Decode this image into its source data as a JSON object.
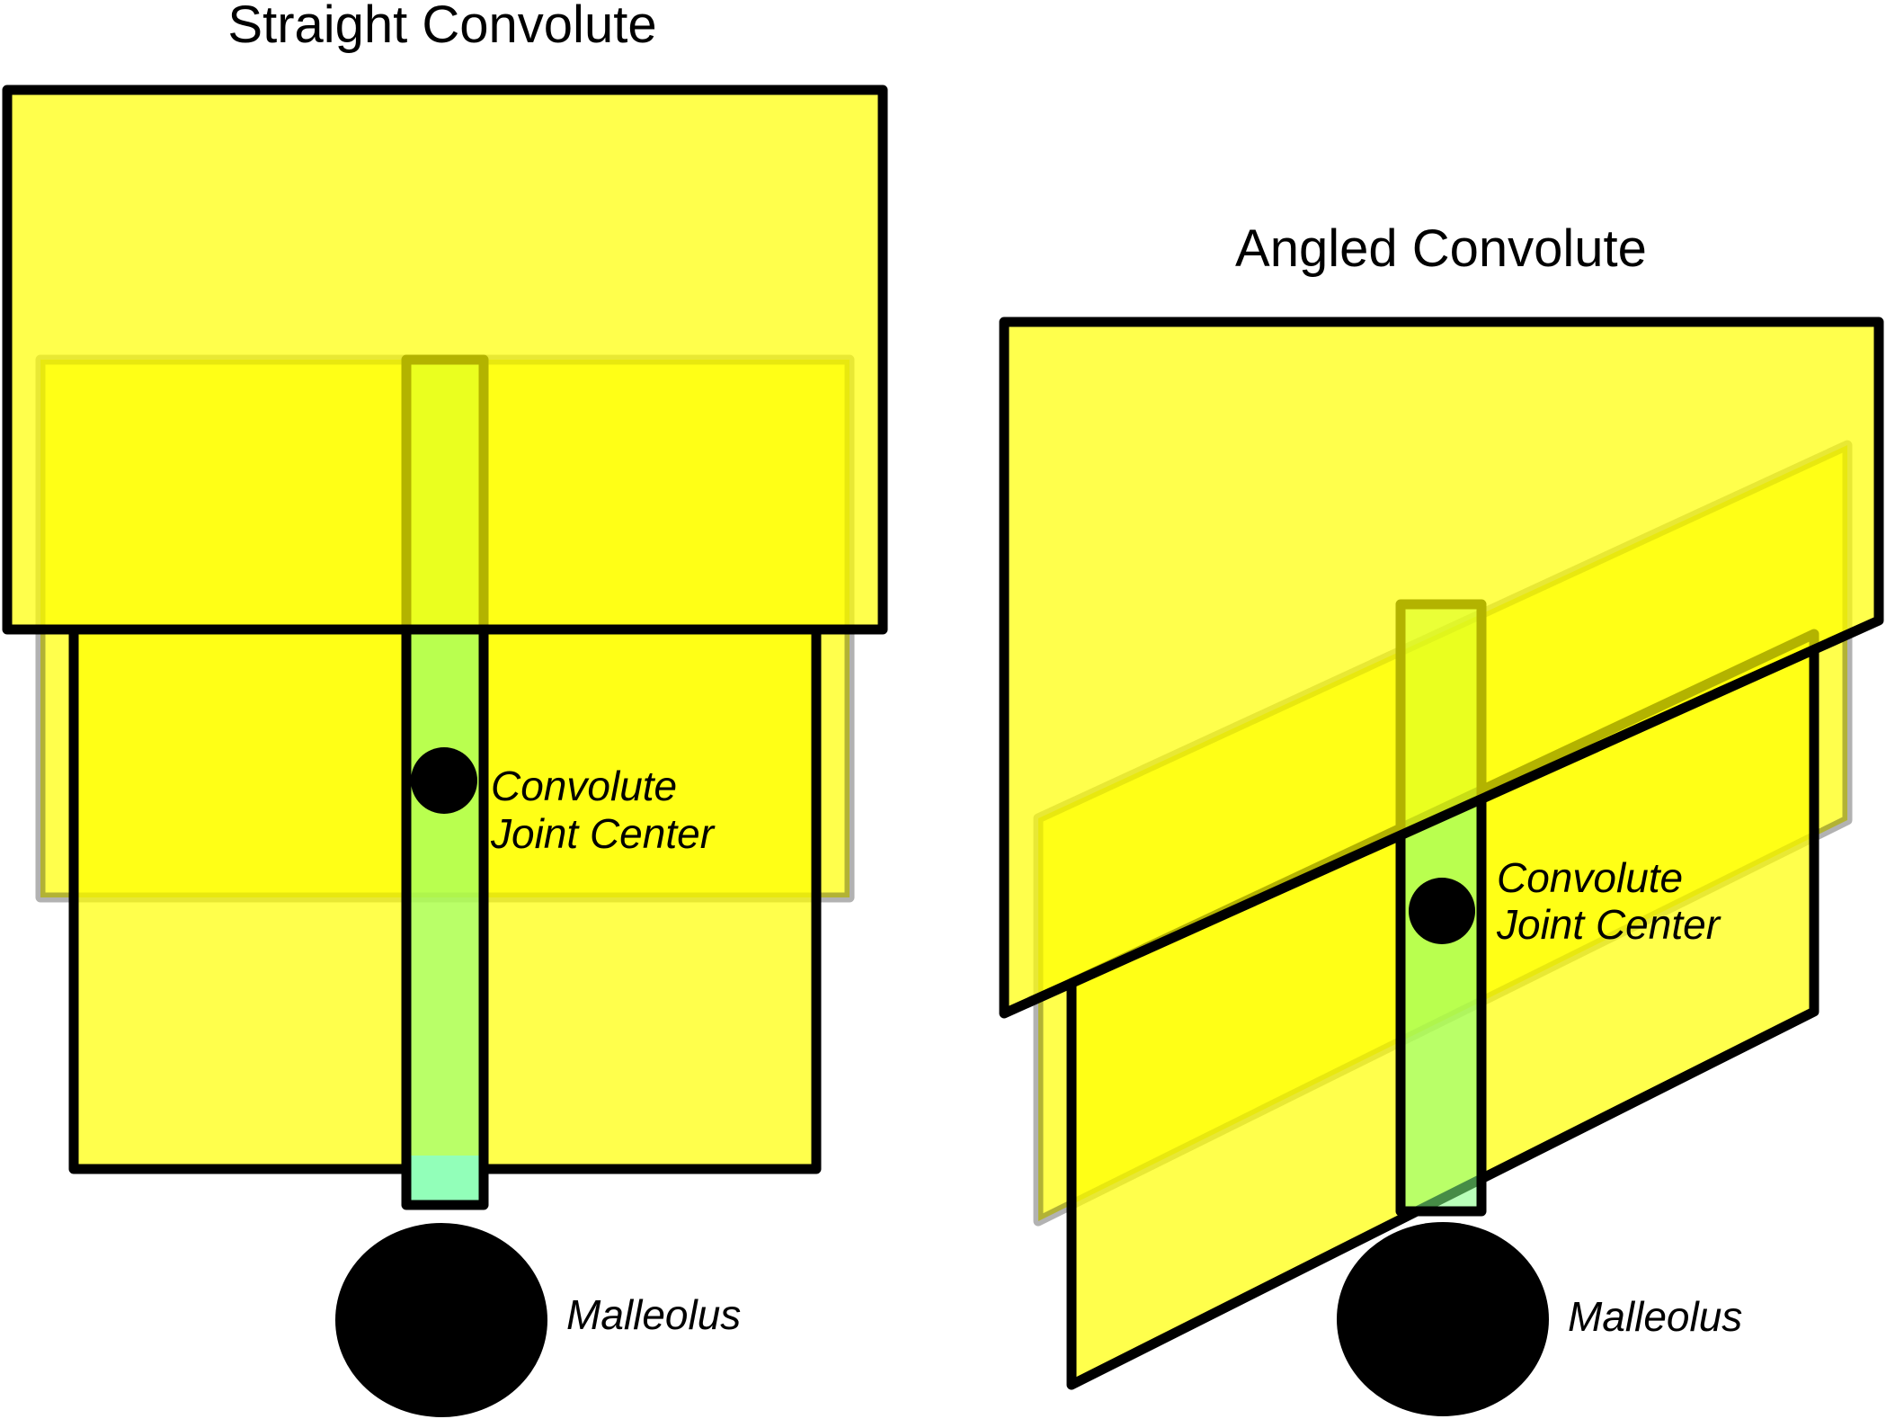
{
  "panels": {
    "straight": {
      "title": "Straight Convolute",
      "joint_label_line1": "Convolute",
      "joint_label_line2": "Joint Center",
      "malleolus_label": "Malleolus"
    },
    "angled": {
      "title": "Angled Convolute",
      "joint_label_line1": "Convolute",
      "joint_label_line2": "Joint Center",
      "malleolus_label": "Malleolus"
    }
  },
  "colors": {
    "plate_fill": "#ffff00",
    "rod_fill": "#80ff80",
    "rod_tip": "#a8ffff",
    "outline": "#000000",
    "background": "#ffffff"
  }
}
